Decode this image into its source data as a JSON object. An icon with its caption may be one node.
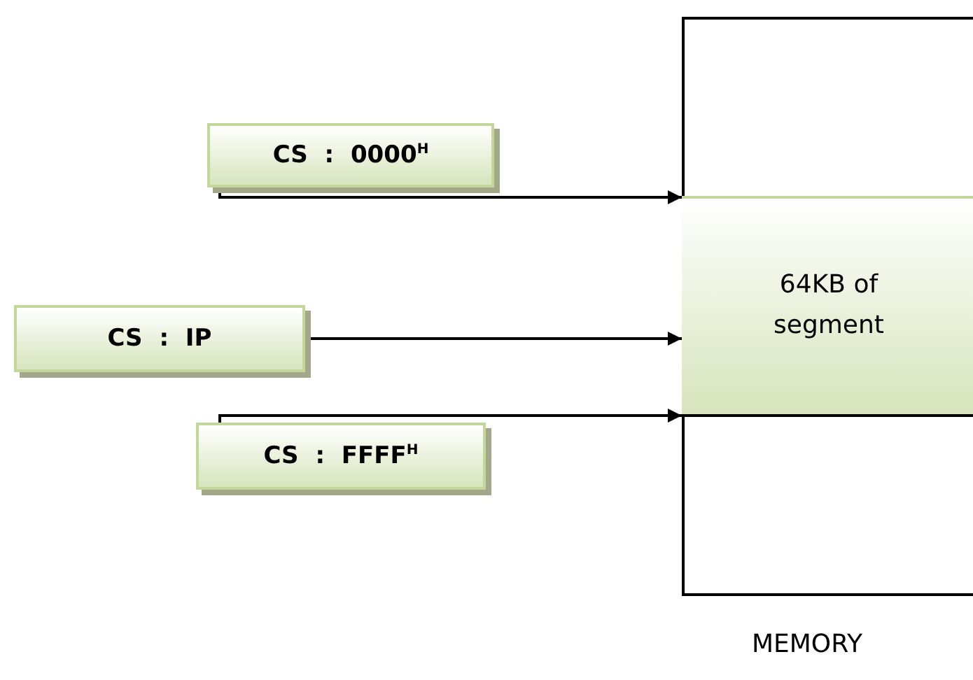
{
  "diagram": {
    "nodes": [
      {
        "text": [
          "MEMORY"
        ]
      },
      {
        "text": [
          "64KB of segment"
        ],
        "in": 0
      },
      {
        "text": [
          "CS : 0000$^{H}$"
        ]
      },
      {
        "text": [
          "CS : IP"
        ]
      },
      {
        "text": [
          "CS : FFFF$^{H}$"
        ]
      }
    ],
    "edges": [
      {
        "from": 2,
        "to": 1,
        "arrow": "to"
      },
      {
        "from": 3,
        "to": 1,
        "arrow": "to"
      },
      {
        "from": 4,
        "to": 1,
        "arrow": "to"
      }
    ]
  }
}
